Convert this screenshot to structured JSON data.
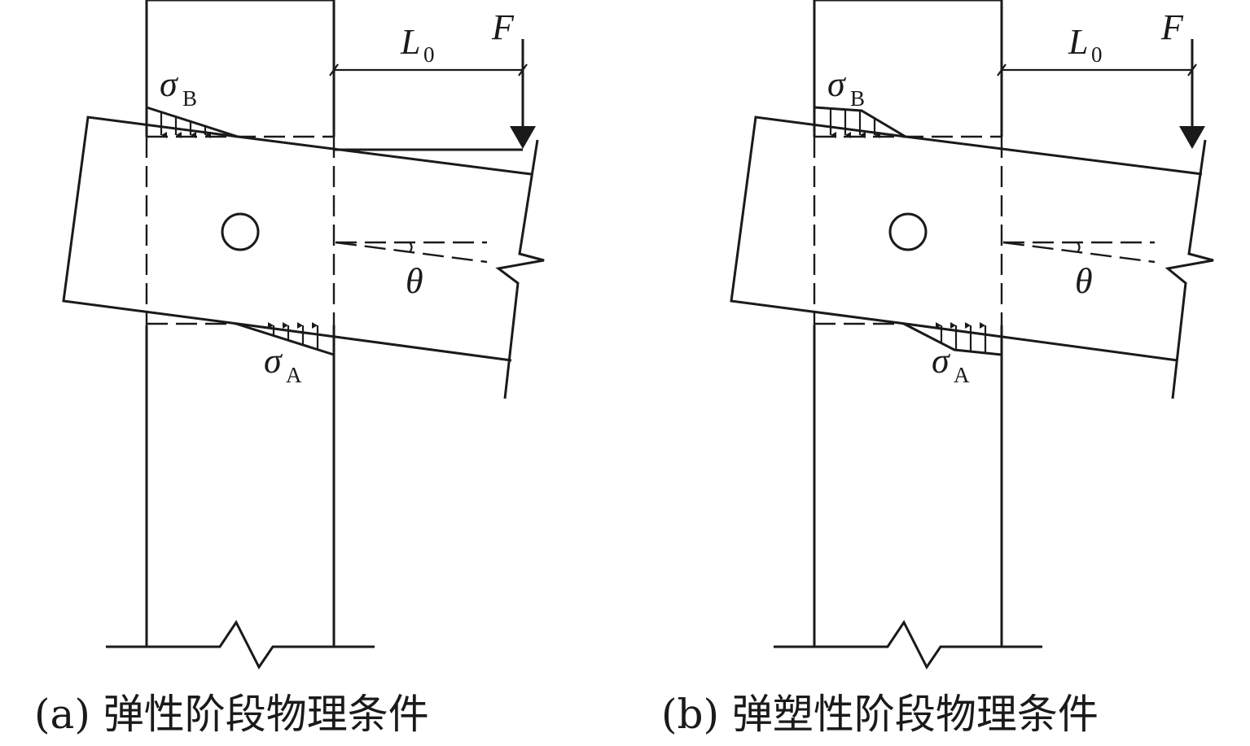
{
  "panels": [
    {
      "id": "a",
      "caption": "(a) 弹性阶段物理条件",
      "labels": {
        "force": "F",
        "length": "L",
        "length_sub": "0",
        "angle": "θ",
        "stress_top": "σ",
        "stress_top_sub": "B",
        "stress_bottom": "σ",
        "stress_bottom_sub": "A"
      },
      "stress_shape": "elastic-triangular"
    },
    {
      "id": "b",
      "caption": "(b) 弹塑性阶段物理条件",
      "labels": {
        "force": "F",
        "length": "L",
        "length_sub": "0",
        "angle": "θ",
        "stress_top": "σ",
        "stress_top_sub": "B",
        "stress_bottom": "σ",
        "stress_bottom_sub": "A"
      },
      "stress_shape": "elasto-plastic-trapezoidal"
    }
  ]
}
